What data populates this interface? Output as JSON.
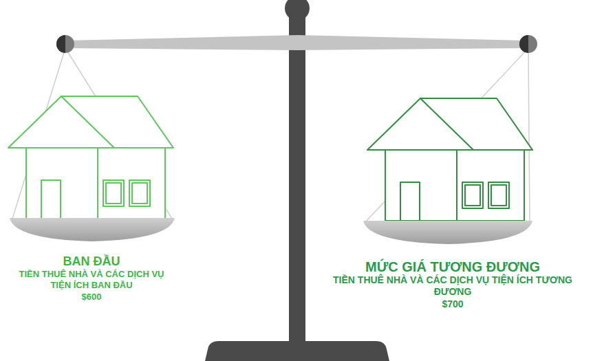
{
  "diagram": {
    "labels": [
      "BAN ĐẦU",
      "TIỀN THUÊ NHÀ VÀ CÁC DỊCH VỤ TIỆN ÍCH BAN ĐẦU",
      "$600",
      "MỨC GIÁ TƯƠNG ĐƯƠNG",
      "TIỀN THUÊ NHÀ VÀ CÁC DỊCH VỤ TIỆN ÍCH TƯƠNG ĐƯƠNG",
      "$700"
    ]
  }
}
